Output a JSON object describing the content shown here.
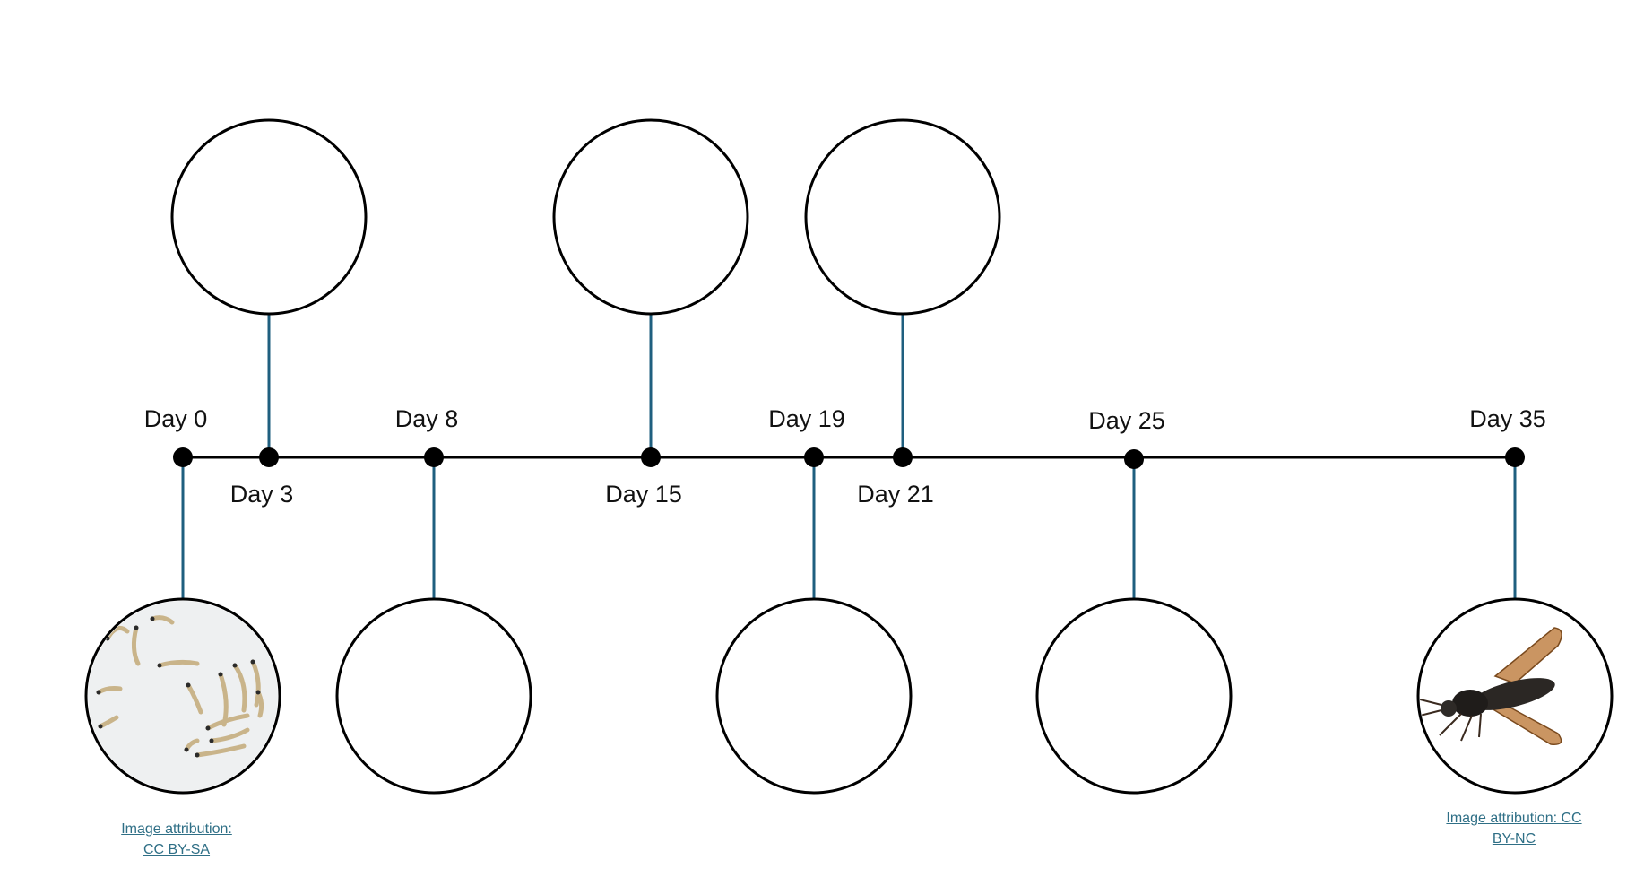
{
  "timeline": {
    "line_color": "#000000",
    "connector_color": "#1f5f7f",
    "milestones": [
      {
        "label": "Day 0",
        "label_side": "above",
        "circle": "below",
        "image": "larvae"
      },
      {
        "label": "Day 3",
        "label_side": "below",
        "circle": "above",
        "image": null
      },
      {
        "label": "Day 8",
        "label_side": "above",
        "circle": "below",
        "image": null
      },
      {
        "label": "Day 15",
        "label_side": "below",
        "circle": "above",
        "image": null
      },
      {
        "label": "Day 19",
        "label_side": "above",
        "circle": "below",
        "image": null
      },
      {
        "label": "Day 21",
        "label_side": "below",
        "circle": "above",
        "image": null
      },
      {
        "label": "Day 25",
        "label_side": "above",
        "circle": "below",
        "image": null
      },
      {
        "label": "Day 35",
        "label_side": "above",
        "circle": "below",
        "image": "fly"
      }
    ]
  },
  "attributions": {
    "left": {
      "line1": "Image attribution:",
      "line2": "CC BY-SA"
    },
    "right": {
      "line1": "Image attribution: CC",
      "line2": "BY-NC"
    }
  }
}
